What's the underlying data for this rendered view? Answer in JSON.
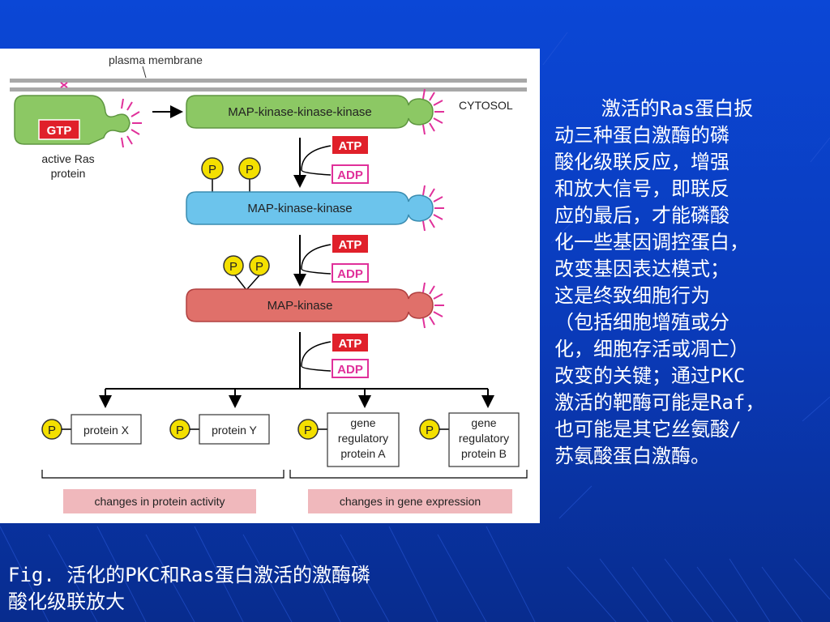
{
  "figure": {
    "membrane_label": "plasma membrane",
    "cytosol_label": "CYTOSOL",
    "ras": {
      "badge": "GTP",
      "label_line1": "active Ras",
      "label_line2": "protein"
    },
    "kinases": {
      "mapkkk": "MAP-kinase-kinase-kinase",
      "mapkk": "MAP-kinase-kinase",
      "mapk": "MAP-kinase"
    },
    "colors": {
      "mapkkk": "#8cc864",
      "mapkk": "#6cc4ec",
      "mapk": "#e0706a",
      "membrane": "#a8a8a8",
      "atp_fill": "#e0202a",
      "phosphate": "#f4e000",
      "group_label_bg": "#f0b8bc",
      "spikes": "#e0309a"
    },
    "atp": "ATP",
    "adp": "ADP",
    "phosphate": "P",
    "targets": [
      {
        "line1": "protein X",
        "line2": "",
        "line3": ""
      },
      {
        "line1": "protein Y",
        "line2": "",
        "line3": ""
      },
      {
        "line1": "gene",
        "line2": "regulatory",
        "line3": "protein A"
      },
      {
        "line1": "gene",
        "line2": "regulatory",
        "line3": "protein B"
      }
    ],
    "groups": [
      "changes in protein activity",
      "changes in gene expression"
    ]
  },
  "description": [
    "    激活的Ras蛋白扳",
    "动三种蛋白激酶的磷",
    "酸化级联反应，增强",
    "和放大信号，即联反",
    "应的最后，才能磷酸",
    "化一些基因调控蛋白，",
    "改变基因表达模式；",
    "这是终致细胞行为",
    "（包括细胞增殖或分",
    "化，细胞存活或凋亡）",
    "改变的关键；通过PKC",
    "激活的靶酶可能是Raf，",
    "也可能是其它丝氨酸/",
    "苏氨酸蛋白激酶。"
  ],
  "caption": [
    "Fig. 活化的PKC和Ras蛋白激活的激酶磷",
    "酸化级联放大"
  ]
}
